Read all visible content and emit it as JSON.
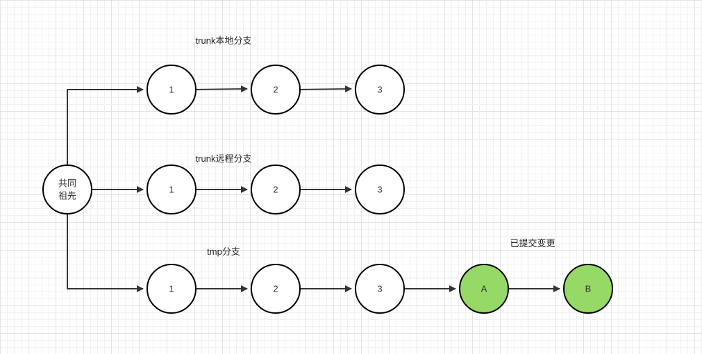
{
  "colors": {
    "node_fill": "#ffffff",
    "committed_fill": "#97d967",
    "stroke": "#000000",
    "edge": "#333333"
  },
  "root": {
    "label_line1": "共同",
    "label_line2": "祖先"
  },
  "branches": {
    "local": {
      "label": "trunk本地分支",
      "nodes": [
        "1",
        "2",
        "3"
      ]
    },
    "remote": {
      "label": "trunk远程分支",
      "nodes": [
        "1",
        "2",
        "3"
      ]
    },
    "tmp": {
      "label": "tmp分支",
      "nodes": [
        "1",
        "2",
        "3"
      ]
    }
  },
  "committed": {
    "label": "已提交变更",
    "nodes": [
      "A",
      "B"
    ]
  }
}
